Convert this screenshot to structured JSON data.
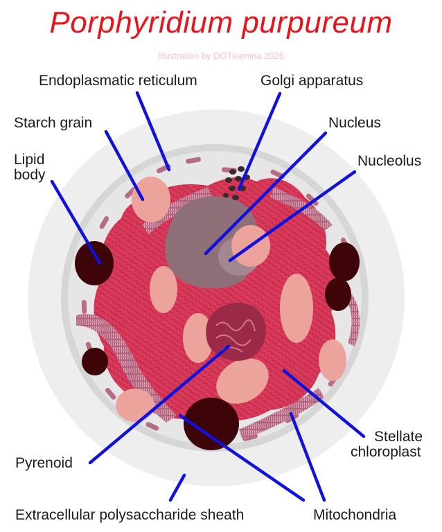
{
  "title": "Porphyridium purpureum",
  "credit": "Illustration by DOTkamina 2026",
  "labels": {
    "endoplasmic_reticulum": "Endoplasmatic reticulum",
    "golgi": "Golgi apparatus",
    "starch": "Starch grain",
    "nucleus": "Nucleus",
    "nucleolus": "Nucleolus",
    "lipid_line1": "Lipid",
    "lipid_line2": "body",
    "chloroplast_line1": "Stellate",
    "chloroplast_line2": "chloroplast",
    "pyrenoid": "Pyrenoid",
    "sheath": "Extracellular polysaccharide sheath",
    "mitochondria": "Mitochondria"
  },
  "colors": {
    "title": "#e8141c",
    "leader": "#1111dd",
    "sheath": "#eeeeee",
    "membrane": "#d8d8d8",
    "cytoplasm": "#e4e4e4",
    "chloroplast": "#d93a5a",
    "starch": "#eba39c",
    "nucleus": "#8f6f78",
    "lipid": "#3e0508",
    "mitochondria": "#b0607a"
  }
}
